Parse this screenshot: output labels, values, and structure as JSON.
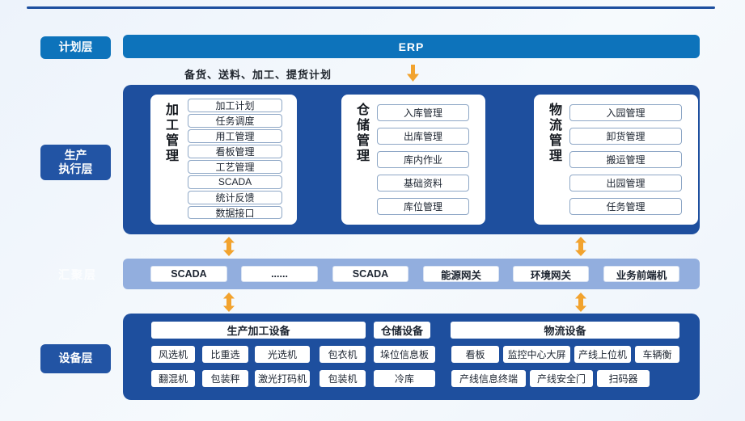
{
  "colors": {
    "bright_blue": "#0d73bb",
    "dark_blue": "#1e4f9e",
    "label_blue": "#2254a4",
    "light_blue_bar": "#92aede",
    "arrow_orange": "#f2a32e",
    "divider_blue": "#1d4f9f"
  },
  "layer_labels": {
    "planning": "计划层",
    "execution_line1": "生产",
    "execution_line2": "执行层",
    "aggregation": "汇聚层",
    "device": "设备层"
  },
  "erp": {
    "label": "ERP"
  },
  "plan_note": "备货、送料、加工、提货计划",
  "mes": {
    "columns": [
      {
        "title": "加工管理",
        "items": [
          "加工计划",
          "任务调度",
          "用工管理",
          "看板管理",
          "工艺管理",
          "SCADA",
          "统计反馈",
          "数据接口"
        ]
      },
      {
        "title": "仓储管理",
        "items": [
          "入库管理",
          "出库管理",
          "库内作业",
          "基础资料",
          "库位管理"
        ]
      },
      {
        "title": "物流管理",
        "items": [
          "入园管理",
          "卸货管理",
          "搬运管理",
          "出园管理",
          "任务管理"
        ]
      }
    ]
  },
  "gateway": {
    "items": [
      "SCADA",
      "......",
      "SCADA",
      "能源网关",
      "环境网关",
      "业务前端机"
    ]
  },
  "devices": {
    "headers": [
      "生产加工设备",
      "仓储设备",
      "物流设备"
    ],
    "row1": [
      "风选机",
      "比重选",
      "光选机",
      "包衣机",
      "垛位信息板",
      "看板",
      "监控中心大屏",
      "产线上位机",
      "车辆衡"
    ],
    "row2": [
      "翻混机",
      "包装秤",
      "激光打码机",
      "包装机",
      "冷库",
      "产线信息终端",
      "产线安全门",
      "扫码器"
    ]
  }
}
